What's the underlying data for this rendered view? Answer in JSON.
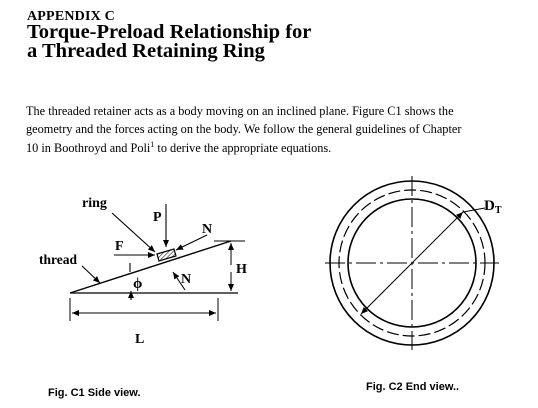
{
  "header": {
    "appendix": "APPENDIX C",
    "title_line_1": "Torque-Preload Relationship for",
    "title_line_2": "a Threaded Retaining Ring"
  },
  "body": {
    "line_1": "The threaded retainer acts as a body moving on an inclined plane. Figure C1 shows the",
    "line_2": "geometry and the forces acting on the body. We follow the general guidelines of Chapter",
    "line_3_before_ref": "10 in Boothroyd and Poli",
    "reference_number": "1",
    "line_3_after_ref": " to derive the appropriate equations."
  },
  "figure_c1": {
    "label_ring": "ring",
    "label_thread": "thread",
    "label_P": "P",
    "label_N_top": "N",
    "label_F": "F",
    "label_N_bottom": "N",
    "label_phi": "ϕ",
    "label_H": "H",
    "label_L": "L",
    "caption": "Fig. C1 Side view."
  },
  "figure_c2": {
    "label_D": "D",
    "label_D_sub": "T",
    "caption": "Fig. C2 End view.."
  }
}
